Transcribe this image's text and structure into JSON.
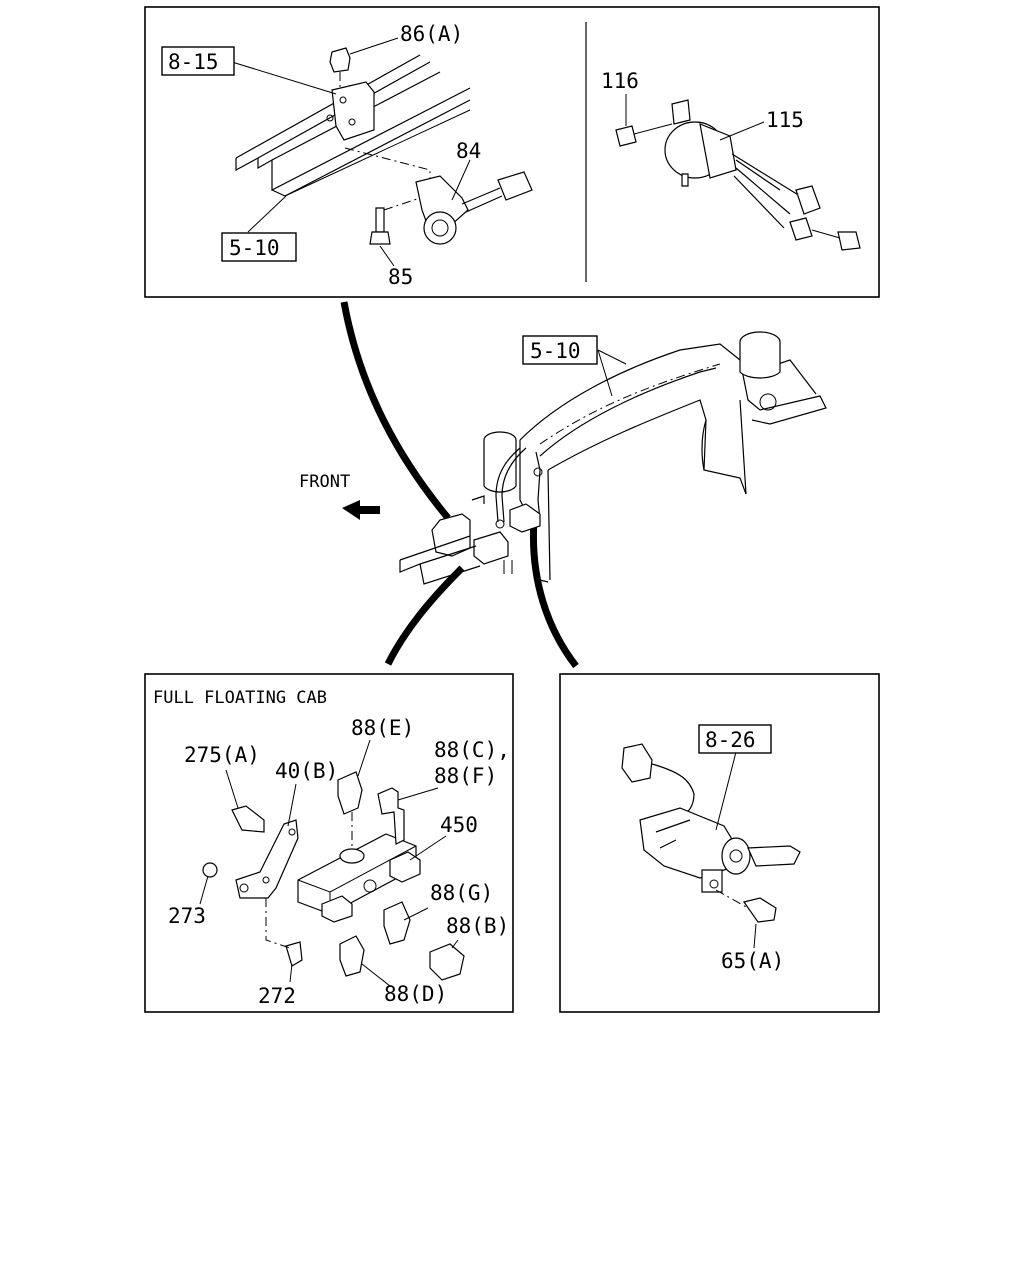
{
  "panels": {
    "top": {
      "refs": [
        "8-15",
        "5-10"
      ],
      "callouts": [
        "86(A)",
        "84",
        "85",
        "116",
        "115"
      ]
    },
    "main": {
      "ref": "5-10",
      "front_label": "FRONT"
    },
    "bottom_left": {
      "title": "FULL FLOATING CAB",
      "callouts": [
        "88(E)",
        "275(A)",
        "40(B)",
        "88(C),",
        "88(F)",
        "450",
        "273",
        "88(G)",
        "88(B)",
        "272",
        "88(D)"
      ]
    },
    "bottom_right": {
      "ref": "8-26",
      "callouts": [
        "65(A)"
      ]
    }
  },
  "colors": {
    "ink": "#000000",
    "paper": "#ffffff"
  },
  "icons": [
    "front-arrow-icon"
  ]
}
